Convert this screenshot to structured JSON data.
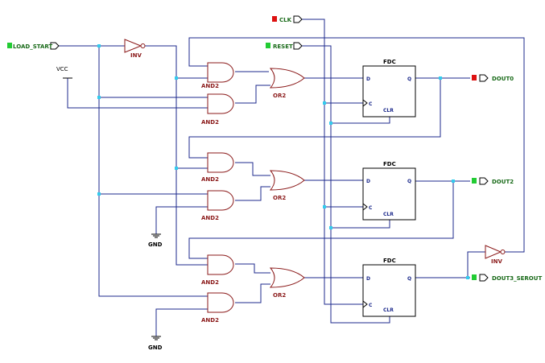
{
  "colors": {
    "wire": "#1c2a8c",
    "gate": "#8b1a1a",
    "gate_label": "#8b1a1a",
    "black": "#000000",
    "port_green": "#22cc33",
    "port_red": "#dd1111",
    "port_label": "#1a6b1a",
    "junction": "#33ccee",
    "background": "#ffffff"
  },
  "inputs": {
    "load_start": "LOAD_START",
    "clk": "CLK",
    "reset": "RESET"
  },
  "outputs": {
    "dout0": "DOUT0",
    "dout2": "DOUT2",
    "dout3_serout": "DOUT3_SEROUT"
  },
  "power": {
    "vcc": "VCC",
    "gnd": "GND"
  },
  "gates": {
    "and2": "AND2",
    "or2": "OR2",
    "inv": "INV"
  },
  "flipflop": {
    "name": "FDC",
    "pin_d": "D",
    "pin_q": "Q",
    "pin_c": "C",
    "pin_clr": "CLR"
  }
}
